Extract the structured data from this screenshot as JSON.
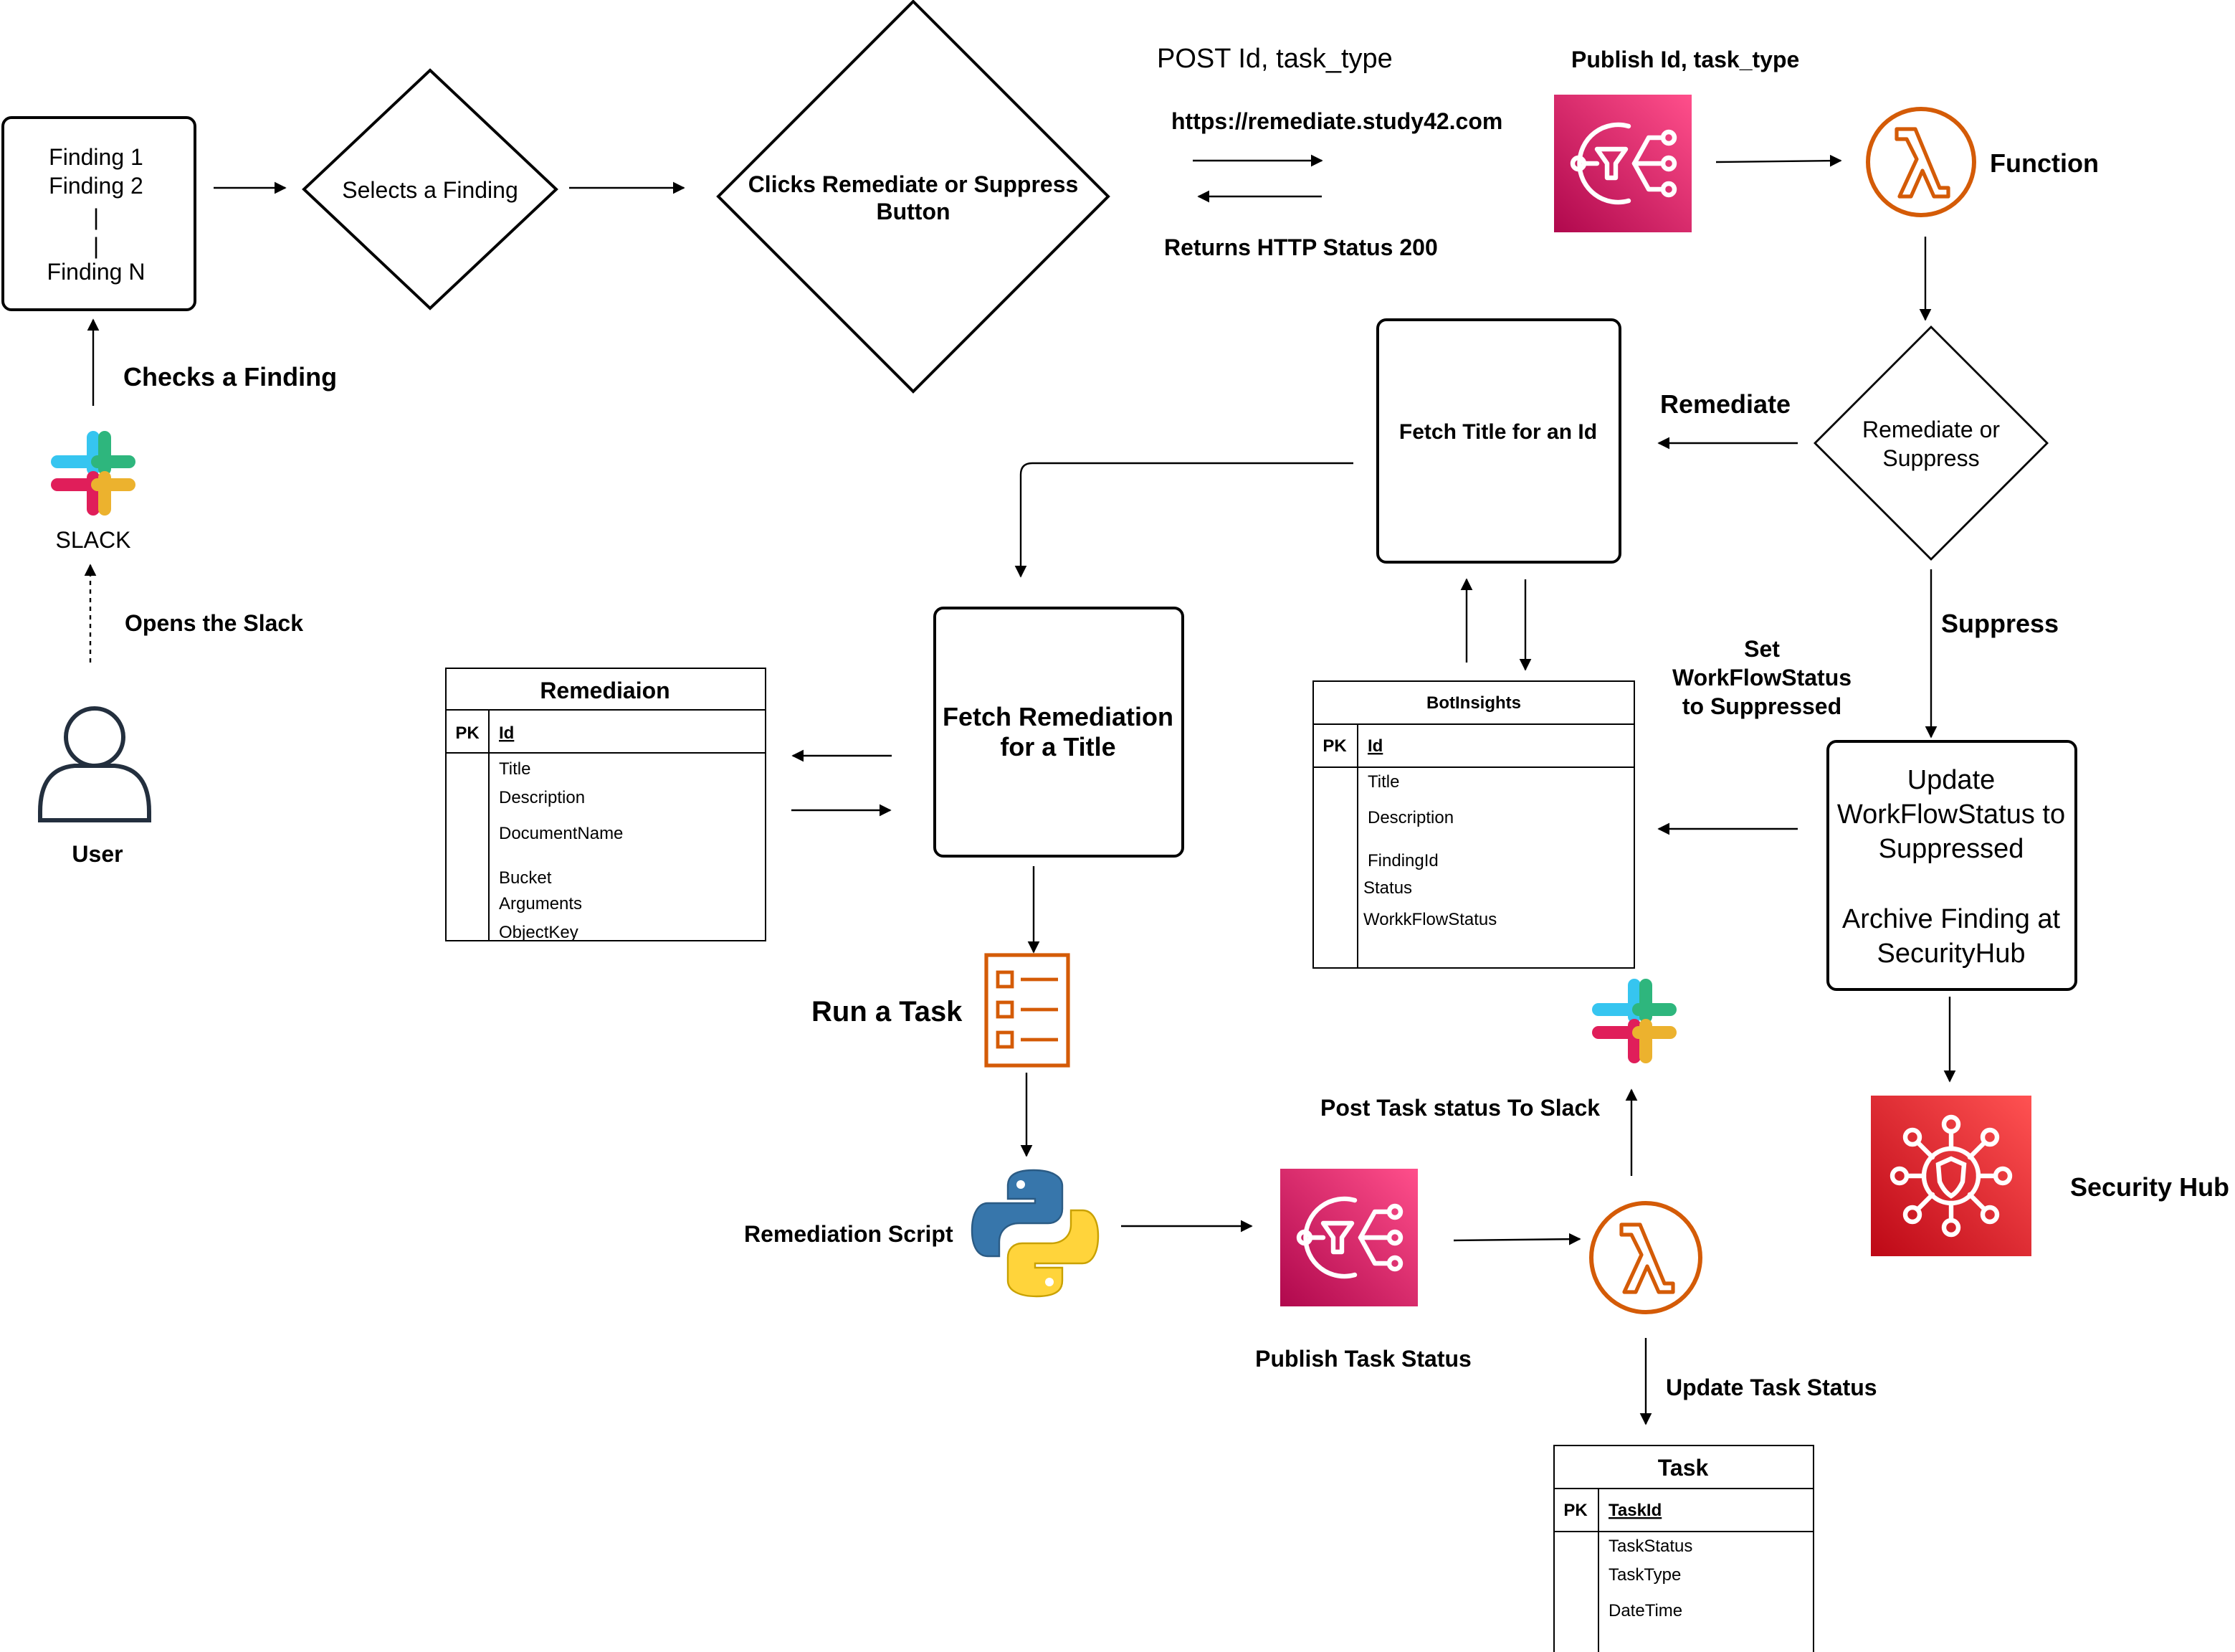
{
  "findings_box": {
    "lines": [
      "Finding 1",
      "Finding 2",
      "|",
      "|",
      "Finding N"
    ]
  },
  "diamonds": {
    "select": "Selects a Finding",
    "click_line1": "Clicks Remediate or Suppress",
    "click_line2": "Button",
    "decide_line1": "Remediate or",
    "decide_line2": "Suppress"
  },
  "labels": {
    "post": "POST Id, task_type",
    "url": "https://remediate.study42.com",
    "returns": "Returns HTTP Status 200",
    "publish": "Publish Id, task_type",
    "function": "Function",
    "checks": "Checks a Finding",
    "slack": "SLACK",
    "opens": "Opens the Slack",
    "user": "User",
    "remediate": "Remediate",
    "suppress": "Suppress",
    "set_line1": "Set",
    "set_line2": "WorkFlowStatus",
    "set_line3": "to Suppressed",
    "run_task": "Run a Task",
    "remediation_script": "Remediation Script",
    "publish_task_status": "Publish Task Status",
    "post_task_status": "Post Task status To Slack",
    "update_task_status": "Update Task Status",
    "security_hub": "Security Hub"
  },
  "boxes": {
    "fetch_title": "Fetch Title for an Id",
    "fetch_rem_line1": "Fetch Remediation",
    "fetch_rem_line2": "for a Title",
    "update_lines": [
      "Update",
      "WorkFlowStatus to",
      "Suppressed",
      "",
      "Archive Finding at",
      "SecurityHub"
    ]
  },
  "tables": {
    "remediation": {
      "title": "Remediaion",
      "pk": "PK",
      "key": "Id",
      "fields": [
        "Title",
        "Description",
        "DocumentName",
        "Bucket",
        "Arguments",
        "ObjectKey"
      ]
    },
    "botinsights": {
      "title": "BotInsights",
      "pk": "PK",
      "key": "Id",
      "fields": [
        "Title",
        "Description",
        "FindingId",
        "Status",
        "WorkkFlowStatus"
      ]
    },
    "task": {
      "title": "Task",
      "pk": "PK",
      "key": "TaskId",
      "fields": [
        "TaskStatus",
        "TaskType",
        "DateTime"
      ]
    }
  },
  "colors": {
    "sns": "#d6246e",
    "lambda": "#d45b07",
    "security_hub": "#dd344c",
    "checklist": "#d45b07",
    "python_blue": "#3776ab",
    "python_yellow": "#ffd43b"
  },
  "icons": [
    "sns-icon",
    "lambda-icon",
    "slack-logo",
    "user-icon",
    "checklist-icon",
    "python-logo",
    "security-hub-icon"
  ]
}
